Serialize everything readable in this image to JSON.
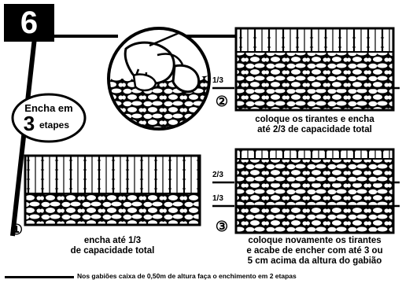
{
  "header": {
    "step_number": "6"
  },
  "badge": {
    "line1": "Encha em",
    "big": "3",
    "line2": "etapes"
  },
  "panels": [
    {
      "marker": "①",
      "caption_1": "encha até 1/3",
      "caption_2": "de capacidade total"
    },
    {
      "marker": "②",
      "fraction": "1/3",
      "caption_1": "coloque os tirantes e encha",
      "caption_2": "até 2/3 de capacidade total"
    },
    {
      "marker": "③",
      "fraction_top": "2/3",
      "fraction_bottom": "1/3",
      "caption_1": "coloque novamente os tirantes",
      "caption_2": "e acabe de encher com até 3 ou",
      "caption_3": "5 cm acima da altura do gabião"
    }
  ],
  "footnote": "Nos gabiões caixa de 0,50m de altura faça o enchimento em 2 etapas",
  "colors": {
    "ink": "#000000",
    "paper": "#ffffff"
  }
}
